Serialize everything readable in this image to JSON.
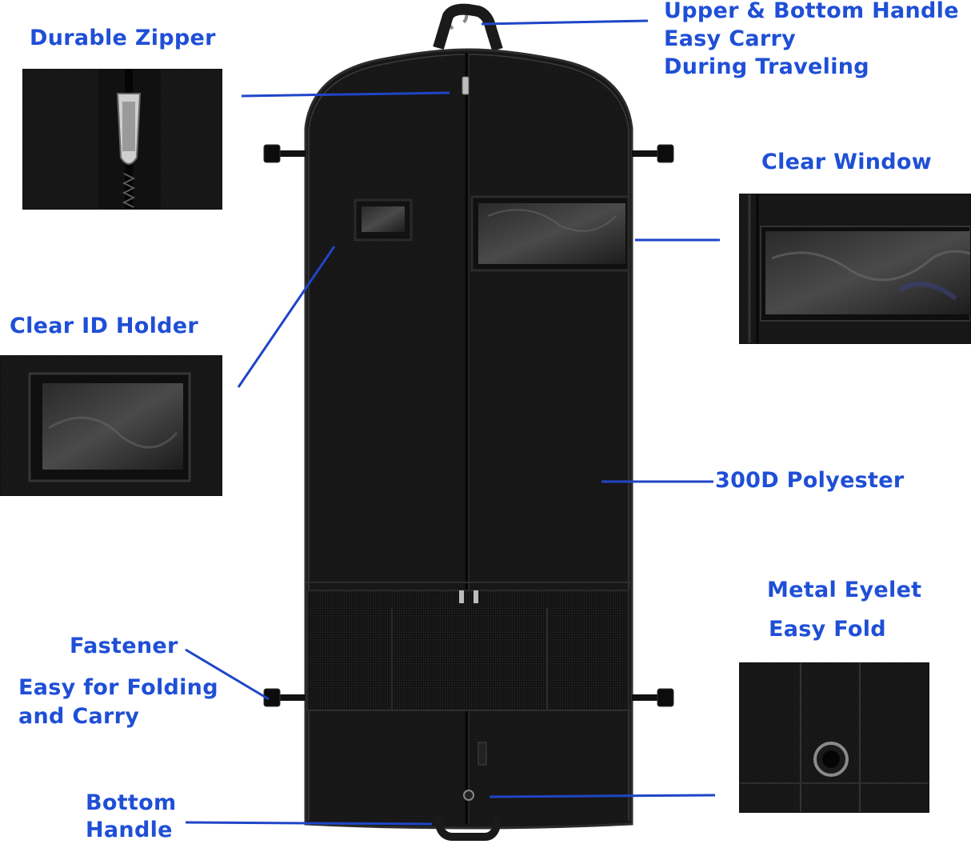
{
  "labels": {
    "durable_zipper": "Durable Zipper",
    "handle_line1": "Upper & Bottom Handle",
    "handle_line2": "Easy Carry",
    "handle_line3": "During Traveling",
    "clear_window": "Clear Window",
    "clear_id_holder": "Clear ID Holder",
    "polyester": "300D Polyester",
    "eyelet_line1": "Metal Eyelet",
    "eyelet_line2": "Easy Fold",
    "fastener": "Fastener",
    "folding_line1": "Easy for Folding",
    "folding_line2": "and Carry",
    "bottom_line1": "Bottom",
    "bottom_line2": "Handle"
  },
  "colors": {
    "label_blue": "#1f4fd6",
    "leader_blue": "#1f45c8",
    "bag_black": "#151515"
  },
  "icons": {
    "hanger": "hanger-icon",
    "buckle": "buckle-icon",
    "zipper_pull": "zipper-pull-icon",
    "eyelet": "eyelet-icon"
  }
}
